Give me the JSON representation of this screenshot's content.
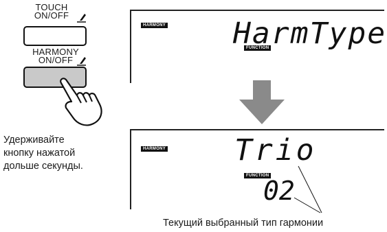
{
  "left_panel": {
    "touch_button": {
      "label_line1": "TOUCH",
      "label_line2": "ON/OFF"
    },
    "harmony_button": {
      "label_line1": "HARMONY",
      "label_line2": "ON/OFF"
    },
    "instruction": {
      "line1": "Удерживайте",
      "line2": "кнопку нажатой",
      "line3": "дольше секунды."
    }
  },
  "display_top": {
    "indicator": "HARMONY",
    "main_text": "HarmType",
    "function_tag": "FUNCTION"
  },
  "display_bottom": {
    "indicator": "HARMONY",
    "main_text": "Trio",
    "function_tag": "FUNCTION",
    "number": "02"
  },
  "caption": "Текущий выбранный тип гармонии",
  "colors": {
    "arrow": "#8a8a8a",
    "pressed_button": "#c9c9c9"
  },
  "icons": [
    "note-icon",
    "pressing-hand-icon",
    "down-arrow-icon"
  ]
}
